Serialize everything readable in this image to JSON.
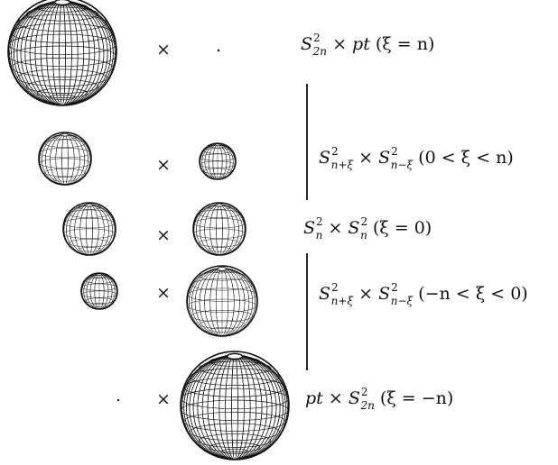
{
  "rows": [
    {
      "left": "sphere",
      "right": "point",
      "label": {
        "pre": "S",
        "sup": "2",
        "sub": "2n",
        "mid": " × ",
        "pre2": "pt",
        "sup2": "",
        "sub2": "",
        "cond": "(ξ = n)"
      }
    },
    {
      "left": "sphere",
      "right": "sphere",
      "label": {
        "pre": "S",
        "sup": "2",
        "sub": "n+ξ",
        "mid": " × ",
        "pre2": "S",
        "sup2": "2",
        "sub2": "n−ξ",
        "cond": "(0 < ξ < n)"
      }
    },
    {
      "left": "sphere",
      "right": "sphere",
      "label": {
        "pre": "S",
        "sup": "2",
        "sub": "n",
        "mid": " × ",
        "pre2": "S",
        "sup2": "2",
        "sub2": "n",
        "cond": "(ξ = 0)"
      }
    },
    {
      "left": "sphere",
      "right": "sphere",
      "label": {
        "pre": "S",
        "sup": "2",
        "sub": "n+ξ",
        "mid": " × ",
        "pre2": "S",
        "sup2": "2",
        "sub2": "n−ξ",
        "cond": "(−n < ξ < 0)"
      }
    },
    {
      "left": "point",
      "right": "sphere",
      "label": {
        "pre": "pt",
        "sup": "",
        "sub": "",
        "mid": " × ",
        "pre2": "S",
        "sup2": "2",
        "sub2": "2n",
        "cond": "(ξ = −n)"
      }
    }
  ],
  "times_symbol": "×",
  "colors": {
    "ink": "#111111",
    "sphere_fill": "#ffffff"
  }
}
